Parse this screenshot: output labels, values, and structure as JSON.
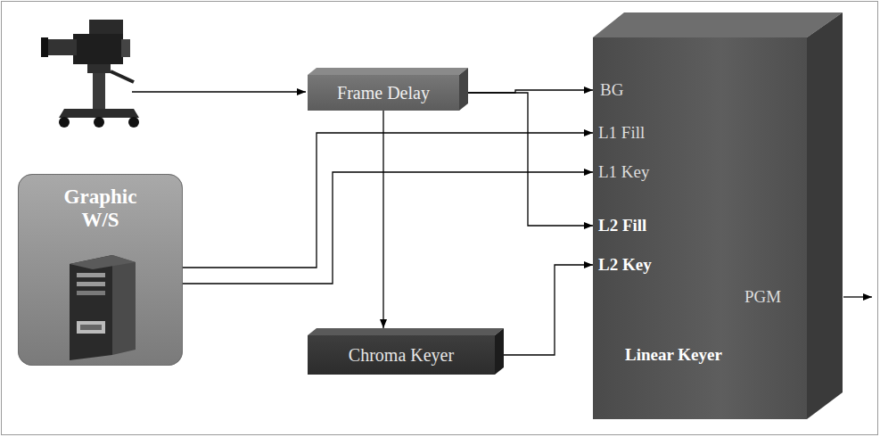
{
  "diagram": {
    "nodes": [
      {
        "text": [
          "Frame Delay"
        ]
      },
      {
        "text": [
          "Graphic W/S"
        ]
      },
      {
        "text": [
          "Chroma Keyer"
        ]
      },
      {
        "text": [
          "BG",
          "L1 Fill",
          "L1 Key",
          "L2 Fill",
          "L2 Key",
          "PGM",
          "Linear Keyer"
        ]
      }
    ],
    "edges": [
      {
        "from": 0,
        "to": 3,
        "arrow": "to"
      },
      {
        "from": 0,
        "to": 3,
        "arrow": "to"
      },
      {
        "from": 0,
        "to": 2,
        "arrow": "to"
      },
      {
        "from": 1,
        "to": 3,
        "arrow": "to"
      },
      {
        "from": 1,
        "to": 3,
        "arrow": "to"
      },
      {
        "from": 2,
        "to": 3,
        "arrow": "to"
      }
    ]
  }
}
